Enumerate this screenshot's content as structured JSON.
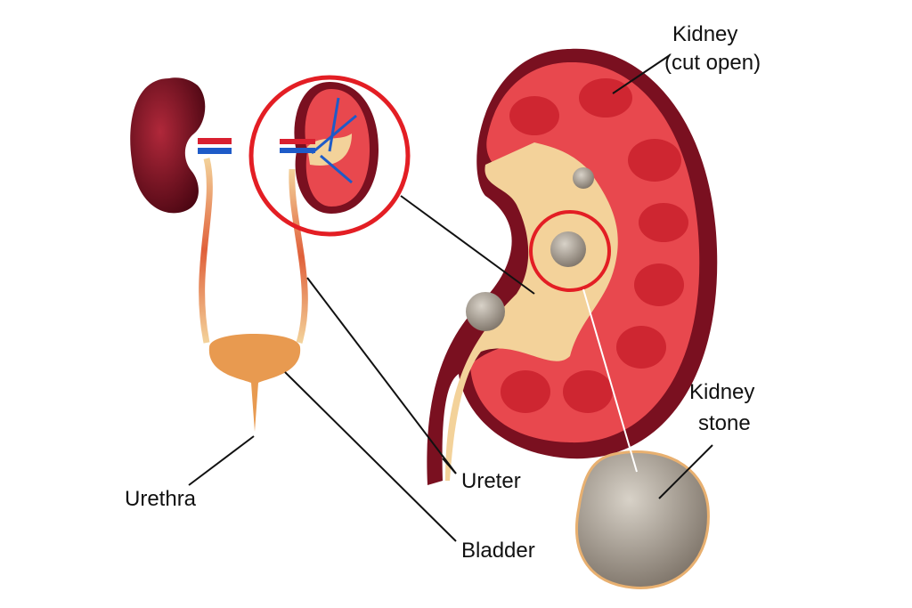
{
  "labels": {
    "kidney_cut_open_line1": "Kidney",
    "kidney_cut_open_line2": "(cut open)",
    "kidney_stone_line1": "Kidney",
    "kidney_stone_line2": "stone",
    "ureter": "Ureter",
    "urethra": "Urethra",
    "bladder": "Bladder"
  },
  "colors": {
    "highlight_circle": "#e31e24",
    "kidney_dark": "#7a1020",
    "kidney_tissue": "#e8484e",
    "pelvis": "#f3d29a",
    "bladder": "#e89a50",
    "stone": "#a89f94"
  }
}
